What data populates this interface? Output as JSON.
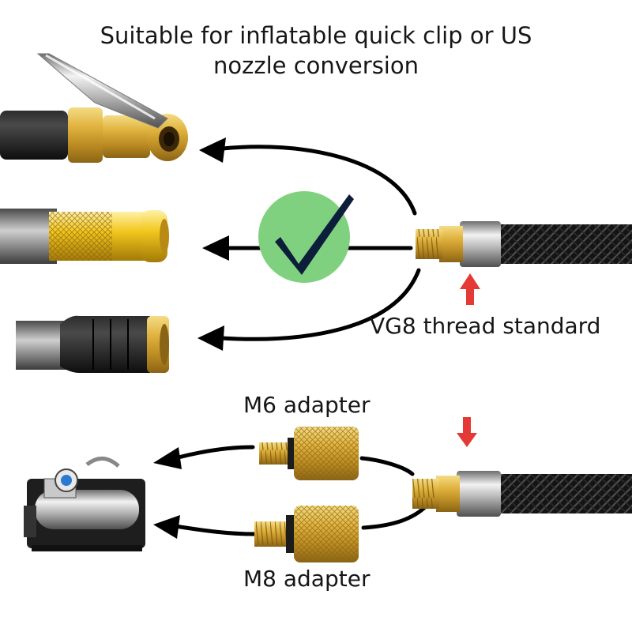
{
  "headline": {
    "line1": "Suitable for inflatable quick clip or US",
    "line2": "nozzle conversion"
  },
  "labels": {
    "vg8": "VG8 thread standard",
    "m6": "M6 adapter",
    "m8": "M8 adapter"
  },
  "icons": {
    "check": "checkmark-icon",
    "arrow_up": "red-up-arrow-icon",
    "arrow_down": "red-down-arrow-icon"
  },
  "colors": {
    "check_circle": "#7fd17f",
    "red_arrow": "#e53935",
    "brass": "#d6a935",
    "hose": "#1a1a1a"
  }
}
